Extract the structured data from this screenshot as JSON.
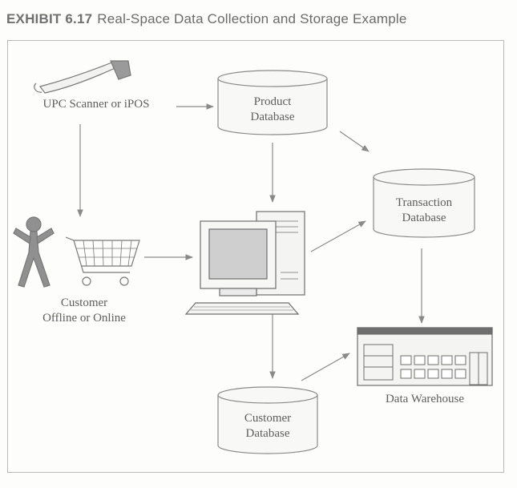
{
  "header": {
    "exhibit_number": "EXHIBIT 6.17",
    "title": "Real-Space Data Collection and Storage Example"
  },
  "nodes": {
    "scanner": {
      "label": "UPC Scanner or iPOS"
    },
    "product_db": {
      "line1": "Product",
      "line2": "Database"
    },
    "transaction_db": {
      "line1": "Transaction",
      "line2": "Database"
    },
    "customer": {
      "line1": "Customer",
      "line2": "Offline or Online"
    },
    "customer_db": {
      "line1": "Customer",
      "line2": "Database"
    },
    "warehouse": {
      "label": "Data Warehouse"
    }
  },
  "colors": {
    "line": "#8a8a8a",
    "text": "#5e5e5e",
    "figure_fill": "#909090",
    "screen_fill": "#cfcfcf"
  }
}
